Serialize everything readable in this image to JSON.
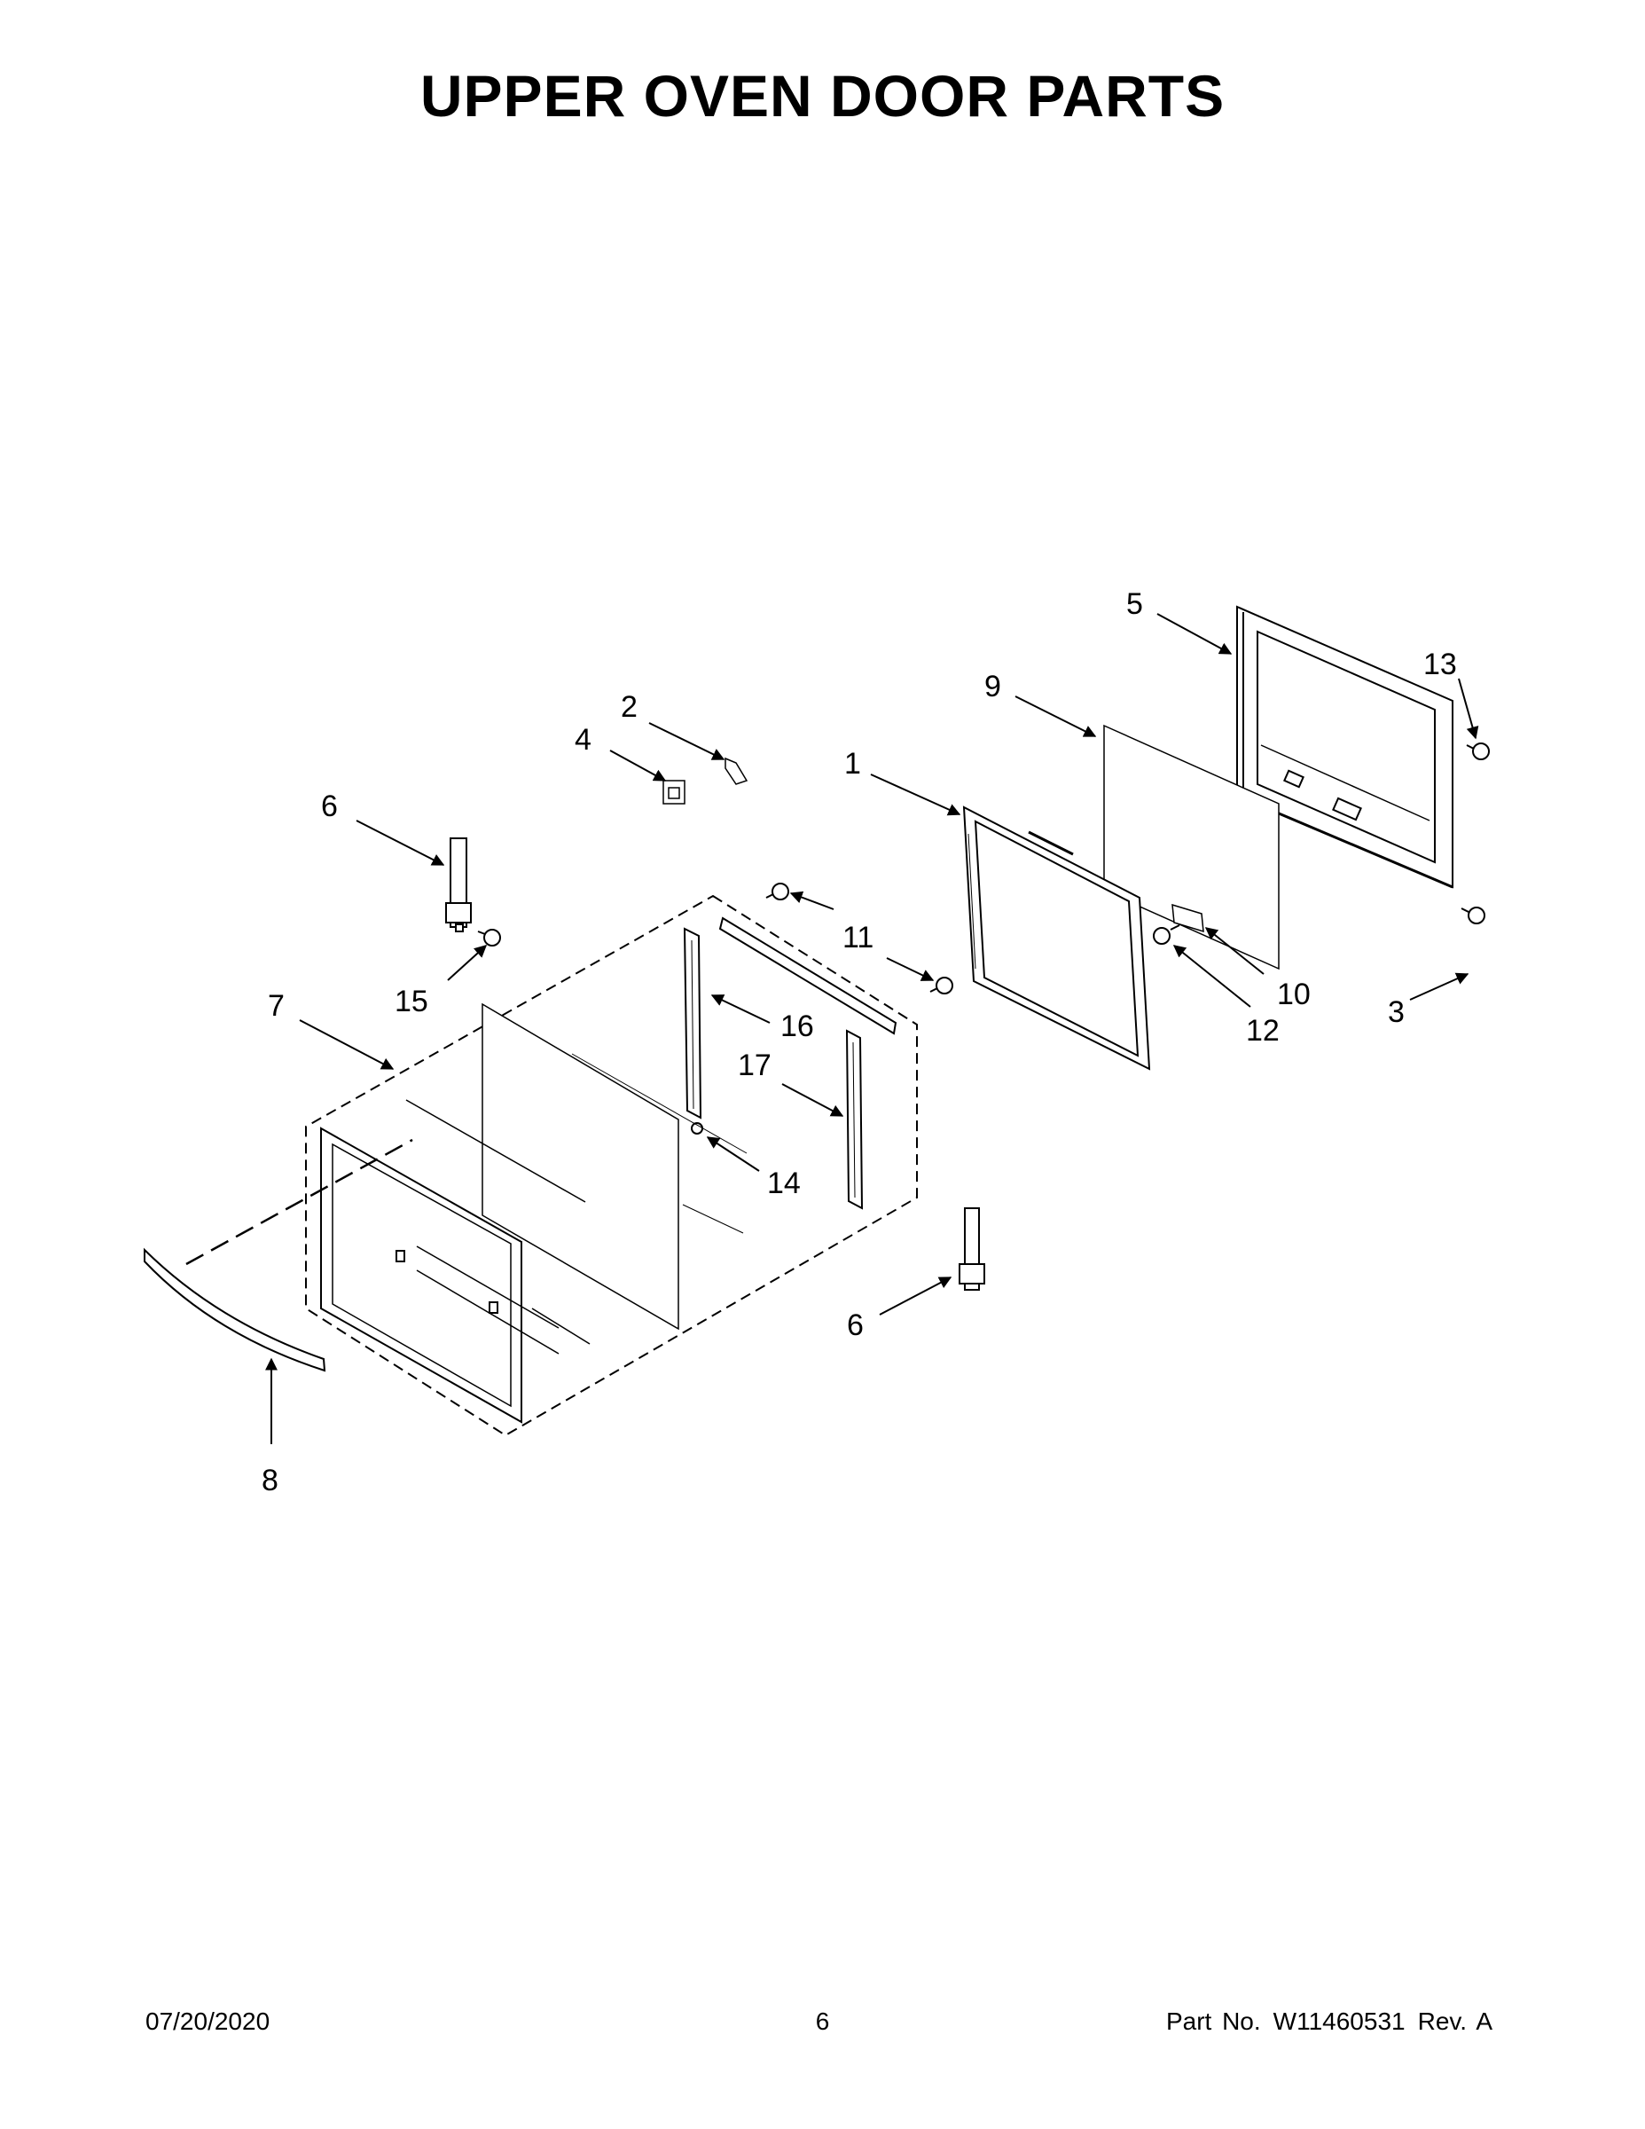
{
  "page": {
    "title": "UPPER OVEN DOOR PARTS"
  },
  "callouts": [
    {
      "id": "c1",
      "label": "1"
    },
    {
      "id": "c2",
      "label": "2"
    },
    {
      "id": "c3",
      "label": "3"
    },
    {
      "id": "c4",
      "label": "4"
    },
    {
      "id": "c5",
      "label": "5"
    },
    {
      "id": "c6a",
      "label": "6"
    },
    {
      "id": "c6b",
      "label": "6"
    },
    {
      "id": "c7",
      "label": "7"
    },
    {
      "id": "c8",
      "label": "8"
    },
    {
      "id": "c9",
      "label": "9"
    },
    {
      "id": "c10",
      "label": "10"
    },
    {
      "id": "c11",
      "label": "11"
    },
    {
      "id": "c12",
      "label": "12"
    },
    {
      "id": "c13",
      "label": "13"
    },
    {
      "id": "c14",
      "label": "14"
    },
    {
      "id": "c15",
      "label": "15"
    },
    {
      "id": "c16",
      "label": "16"
    },
    {
      "id": "c17",
      "label": "17"
    }
  ],
  "footer": {
    "date": "07/20/2020",
    "page_number": "6",
    "part_no_label": "Part No.",
    "part_no": "W11460531",
    "revision": "Rev. A"
  }
}
